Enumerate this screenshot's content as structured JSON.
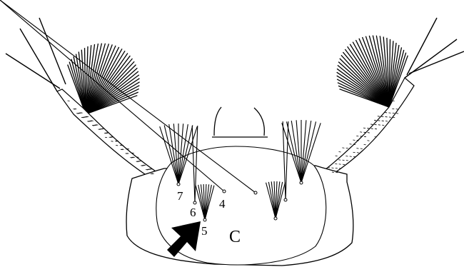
{
  "figure": {
    "labels": {
      "setae": [
        "7",
        "6",
        "4",
        "5"
      ],
      "region": "C"
    },
    "colors": {
      "ink": "#000000",
      "paper": "#ffffff"
    },
    "icons": [
      "arrow-icon"
    ]
  }
}
